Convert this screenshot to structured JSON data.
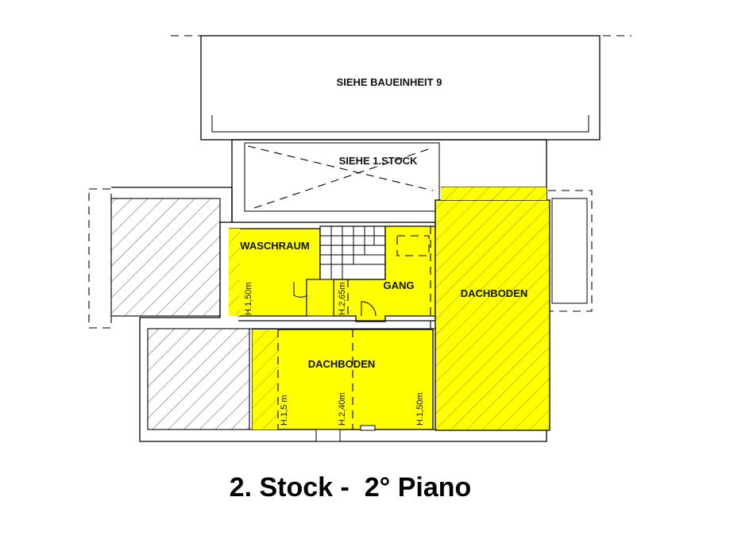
{
  "title": "2. Stock -  2° Piano",
  "labels": {
    "baueinheit": "SIEHE BAUEINHEIT 9",
    "stock1": "SIEHE 1.STOCK",
    "waschraum": "WASCHRAUM",
    "gang": "GANG",
    "dachboden_right": "DACHBODEN",
    "dachboden_center": "DACHBODEN"
  },
  "heights": {
    "waschraum": "H.1,50m",
    "gang": "H.2,65m",
    "dachboden_left": "H.1,5 m",
    "dachboden_mid": "H.2,40m",
    "dachboden_right": "H.1,50m"
  },
  "colors": {
    "room_fill": "#ffff00",
    "hatch": "#555555",
    "line": "#000000"
  }
}
